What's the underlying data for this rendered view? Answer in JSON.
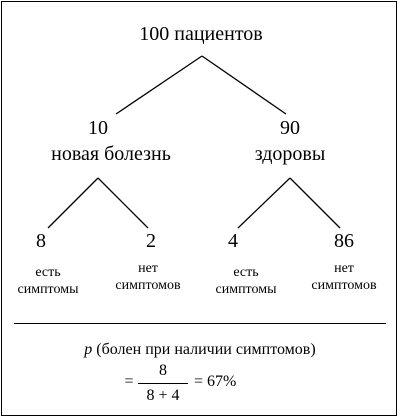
{
  "diagram": {
    "root": {
      "count": "100 пациентов"
    },
    "branches": [
      {
        "count": "10",
        "label": "новая болезнь",
        "leaves": [
          {
            "count": "8",
            "label_line1": "есть",
            "label_line2": "симптомы"
          },
          {
            "count": "2",
            "label_line1": "нет",
            "label_line2": "симптомов"
          }
        ]
      },
      {
        "count": "90",
        "label": "здоровы",
        "leaves": [
          {
            "count": "4",
            "label_line1": "есть",
            "label_line2": "симптомы"
          },
          {
            "count": "86",
            "label_line1": "нет",
            "label_line2": "симптомов"
          }
        ]
      }
    ]
  },
  "formula": {
    "p_symbol": "p",
    "condition": "(болен при наличии симптомов)",
    "equals": "=",
    "numerator": "8",
    "denominator": "8 + 4",
    "result": "= 67%"
  }
}
